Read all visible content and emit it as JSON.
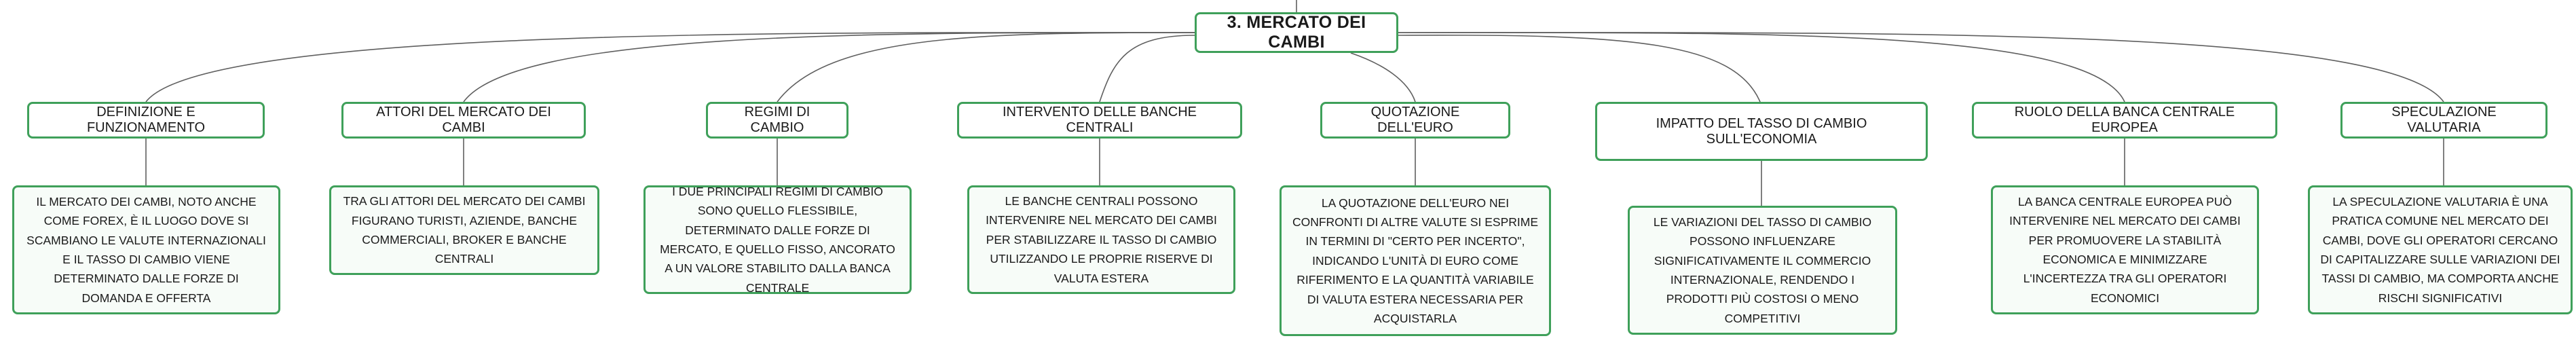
{
  "central": "3. MERCATO DEI CAMBI",
  "branches": [
    {
      "title": "DEFINIZIONE E FUNZIONAMENTO",
      "text": "IL MERCATO DEI CAMBI, NOTO ANCHE COME FOREX, È IL LUOGO DOVE SI SCAMBIANO LE VALUTE INTERNAZIONALI E IL TASSO DI CAMBIO VIENE DETERMINATO DALLE FORZE DI DOMANDA E OFFERTA"
    },
    {
      "title": "ATTORI DEL MERCATO DEI CAMBI",
      "text": "TRA GLI ATTORI DEL MERCATO DEI CAMBI FIGURANO TURISTI, AZIENDE, BANCHE COMMERCIALI, BROKER E BANCHE CENTRALI"
    },
    {
      "title": "REGIMI DI CAMBIO",
      "text": "I DUE PRINCIPALI REGIMI DI CAMBIO SONO QUELLO FLESSIBILE, DETERMINATO DALLE FORZE DI MERCATO, E QUELLO FISSO, ANCORATO A UN VALORE STABILITO DALLA BANCA CENTRALE"
    },
    {
      "title": "INTERVENTO DELLE BANCHE CENTRALI",
      "text": "LE BANCHE CENTRALI POSSONO INTERVENIRE NEL MERCATO DEI CAMBI PER STABILIZZARE IL TASSO DI CAMBIO UTILIZZANDO LE PROPRIE RISERVE DI VALUTA ESTERA"
    },
    {
      "title": "QUOTAZIONE DELL'EURO",
      "text": "LA QUOTAZIONE DELL'EURO NEI CONFRONTI DI ALTRE VALUTE SI ESPRIME IN TERMINI DI \"CERTO PER INCERTO\", INDICANDO L'UNITÀ DI EURO COME RIFERIMENTO E LA QUANTITÀ VARIABILE DI VALUTA ESTERA NECESSARIA PER ACQUISTARLA"
    },
    {
      "title": "IMPATTO DEL TASSO DI CAMBIO SULL'ECONOMIA",
      "text": "LE VARIAZIONI DEL TASSO DI CAMBIO POSSONO INFLUENZARE SIGNIFICATIVAMENTE IL COMMERCIO INTERNAZIONALE, RENDENDO I PRODOTTI PIÙ COSTOSI O MENO COMPETITIVI"
    },
    {
      "title": "RUOLO DELLA BANCA CENTRALE EUROPEA",
      "text": "LA BANCA CENTRALE EUROPEA PUÒ INTERVENIRE NEL MERCATO DEI CAMBI PER PROMUOVERE LA STABILITÀ ECONOMICA E MINIMIZZARE L'INCERTEZZA TRA GLI OPERATORI ECONOMICI"
    },
    {
      "title": "SPECULAZIONE VALUTARIA",
      "text": "LA SPECULAZIONE VALUTARIA È UNA PRATICA COMUNE NEL MERCATO DEI CAMBI, DOVE GLI OPERATORI CERCANO DI CAPITALIZZARE SULLE VARIAZIONI DEI TASSI DI CAMBIO, MA COMPORTA ANCHE RISCHI SIGNIFICATIVI"
    }
  ]
}
